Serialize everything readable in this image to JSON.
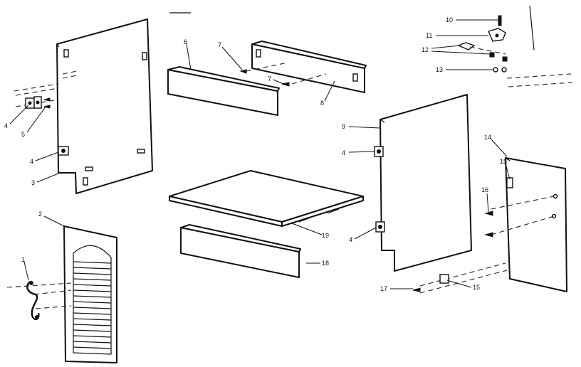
{
  "callouts": {
    "c1": "1",
    "c2": "2",
    "c3": "3",
    "c4a": "4",
    "c4b": "4",
    "c4c": "4",
    "c4d": "4",
    "c5": "5",
    "c6": "6",
    "c7a": "7",
    "c7b": "7",
    "c8": "8",
    "c9": "9",
    "c10": "10",
    "c11": "11",
    "c12": "12",
    "c13": "13",
    "c14": "14",
    "c15a": "15",
    "c15b": "15",
    "c16": "16",
    "c17": "17",
    "c18": "18",
    "c19": "19"
  },
  "colors": {
    "line": "#111111",
    "background": "#ffffff"
  }
}
